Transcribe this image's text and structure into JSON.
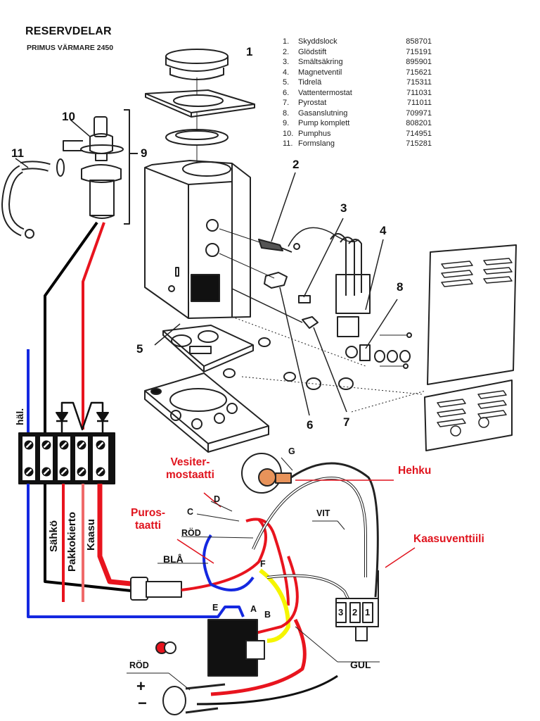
{
  "header": {
    "title": "RESERVDELAR",
    "subtitle": "PRIMUS VÄRMARE 2450"
  },
  "parts_list": [
    {
      "num": "1.",
      "name": "Skyddslock",
      "code": "858701"
    },
    {
      "num": "2.",
      "name": "Glödstift",
      "code": "715191"
    },
    {
      "num": "3.",
      "name": "Smältsäkring",
      "code": "895901"
    },
    {
      "num": "4.",
      "name": "Magnetventil",
      "code": "715621"
    },
    {
      "num": "5.",
      "name": "Tidrelä",
      "code": "715311"
    },
    {
      "num": "6.",
      "name": "Vattentermostat",
      "code": "711031"
    },
    {
      "num": "7.",
      "name": "Pyrostat",
      "code": "711011"
    },
    {
      "num": "8.",
      "name": "Gasanslutning",
      "code": "709971"
    },
    {
      "num": "9.",
      "name": "Pump komplett",
      "code": "808201"
    },
    {
      "num": "10.",
      "name": "Pumphus",
      "code": "714951"
    },
    {
      "num": "11.",
      "name": "Formslang",
      "code": "715281"
    }
  ],
  "callouts": {
    "c1": "1",
    "c2": "2",
    "c3": "3",
    "c4": "4",
    "c5": "5",
    "c6": "6",
    "c7": "7",
    "c8": "8",
    "c9": "9",
    "c10": "10",
    "c11": "11"
  },
  "terminal_block": {
    "hal_label": "häl.",
    "wire_labels": [
      "Sähkö",
      "Pakkokierto",
      "Kaasu"
    ],
    "terminal_count": 5
  },
  "annotations": {
    "vesitermostaatti": [
      "Vesiter-",
      "mostaatti"
    ],
    "purostaatti": [
      "Puros-",
      "taatti"
    ],
    "hehku": "Hehku",
    "kaasuventtiili": "Kaasuventtiili"
  },
  "wiring_labels": {
    "G": "G",
    "D": "D",
    "C": "C",
    "F": "F",
    "E": "E",
    "A": "A",
    "B": "B",
    "rod_top": "RÖD",
    "bla": "BLÅ",
    "vit": "VIT",
    "gul": "GUL",
    "rod_bottom": "RÖD",
    "plus": "+",
    "minus": "−",
    "valve_terminals": [
      "3",
      "2",
      "1"
    ]
  },
  "colors": {
    "wire_red": "#e8141e",
    "wire_pink": "#f06a6a",
    "wire_blue": "#1428e0",
    "wire_black": "#000000",
    "wire_yellow": "#f5f500",
    "copper": "#e8935a",
    "label_red": "#e0141e"
  }
}
